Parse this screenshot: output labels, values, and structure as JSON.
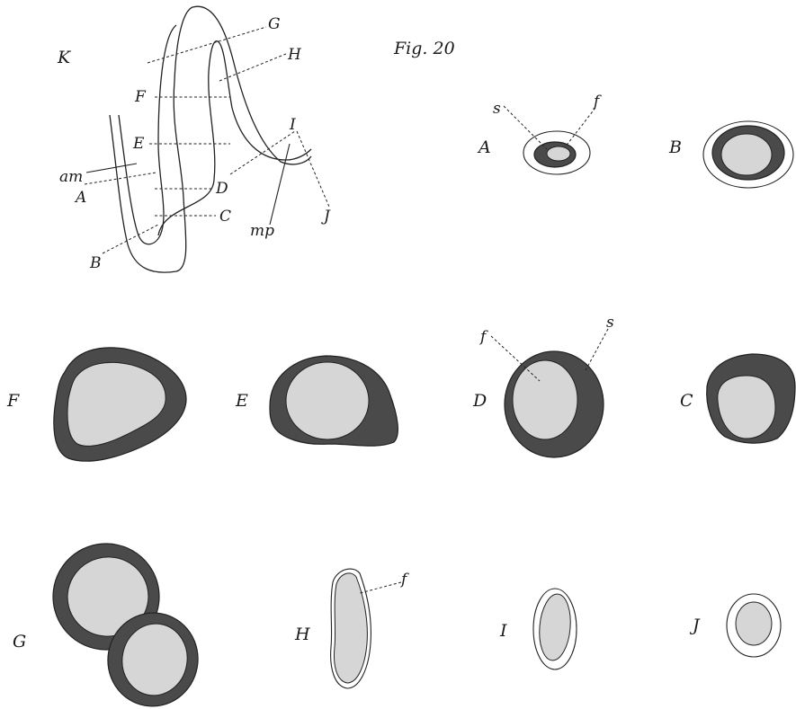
{
  "figure": {
    "title": "Fig. 20",
    "key_panel": {
      "panel_label": "K",
      "section_labels": [
        "G",
        "H",
        "F",
        "E",
        "I",
        "D",
        "C",
        "J"
      ],
      "other_labels": {
        "am": "am",
        "A": "A",
        "B": "B",
        "mp": "mp"
      }
    },
    "sections": {
      "A": {
        "label": "A",
        "inner_label": "f",
        "outer_label": "s"
      },
      "B": {
        "label": "B"
      },
      "F": {
        "label": "F"
      },
      "E": {
        "label": "E"
      },
      "D": {
        "label": "D",
        "inner_label": "f",
        "outer_label": "s"
      },
      "C": {
        "label": "C"
      },
      "G": {
        "label": "G"
      },
      "H": {
        "label": "H",
        "inner_label": "f"
      },
      "I": {
        "label": "I"
      },
      "J": {
        "label": "J"
      }
    },
    "colors": {
      "dark_tissue": "#4a4a4a",
      "light_tissue": "#d6d6d6",
      "line": "#222222",
      "background": "#ffffff"
    }
  }
}
